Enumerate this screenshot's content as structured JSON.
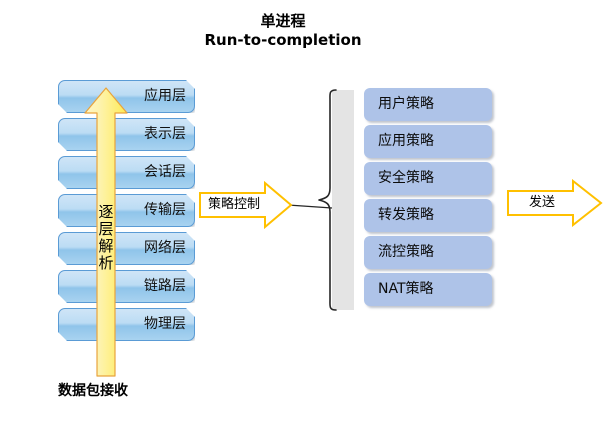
{
  "title": {
    "line1": "单进程",
    "line2": "Run-to-completion"
  },
  "osi_stack": {
    "layers": [
      {
        "label": "应用层"
      },
      {
        "label": "表示层"
      },
      {
        "label": "会话层"
      },
      {
        "label": "传输层"
      },
      {
        "label": "网络层"
      },
      {
        "label": "链路层"
      },
      {
        "label": "物理层"
      }
    ],
    "box_fill": "#bcdcf4",
    "box_border": "#5a9bd5"
  },
  "up_arrow": {
    "text_chars": [
      "逐",
      "层",
      "解",
      "析"
    ],
    "fill": "#ffff99",
    "border": "#e8a33d"
  },
  "bottom_label": "数据包接收",
  "policy_arrow": {
    "label": "策略控制",
    "border": "#ffc000",
    "fill": "#ffffff"
  },
  "policy_stack": {
    "items": [
      {
        "label": "用户策略"
      },
      {
        "label": "应用策略"
      },
      {
        "label": "安全策略"
      },
      {
        "label": "转发策略"
      },
      {
        "label": "流控策略"
      },
      {
        "label": "NAT策略"
      }
    ],
    "box_fill": "#aec3e8"
  },
  "brace": {
    "color": "#262626"
  },
  "send_arrow": {
    "label": "发送",
    "border": "#ffc000",
    "fill": "#ffffff"
  }
}
